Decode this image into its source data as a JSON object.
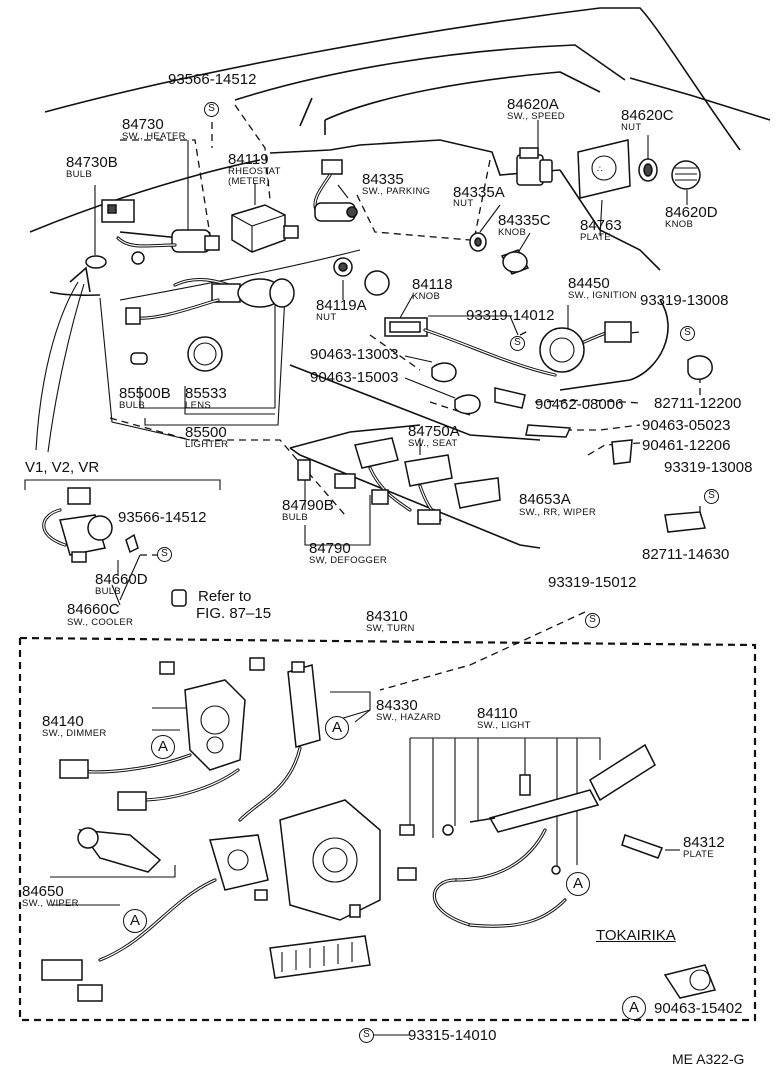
{
  "parts": [
    {
      "id": "93566_top",
      "number": "93566-14512"
    },
    {
      "id": "84730",
      "number": "84730",
      "desc": "SW., HEATER"
    },
    {
      "id": "84730B",
      "number": "84730B",
      "desc": "BULB"
    },
    {
      "id": "84119",
      "number": "84119",
      "desc": "RHEOSTAT",
      "desc2": "(METER)"
    },
    {
      "id": "84335",
      "number": "84335",
      "desc": "SW., PARKING"
    },
    {
      "id": "84620A",
      "number": "84620A",
      "desc": "SW., SPEED"
    },
    {
      "id": "84620C",
      "number": "84620C",
      "desc": "NUT"
    },
    {
      "id": "84335A",
      "number": "84335A",
      "desc": "NUT"
    },
    {
      "id": "84335C",
      "number": "84335C",
      "desc": "KNOB"
    },
    {
      "id": "84763",
      "number": "84763",
      "desc": "PLATE"
    },
    {
      "id": "84620D",
      "number": "84620D",
      "desc": "KNOB"
    },
    {
      "id": "84118",
      "number": "84118",
      "desc": "KNOB"
    },
    {
      "id": "84119A",
      "number": "84119A",
      "desc": "NUT"
    },
    {
      "id": "84450",
      "number": "84450",
      "desc": "SW., IGNITION"
    },
    {
      "id": "93319_13008a",
      "number": "93319-13008"
    },
    {
      "id": "93319_14012",
      "number": "93319-14012"
    },
    {
      "id": "90463_13003",
      "number": "90463-13003"
    },
    {
      "id": "90463_15003",
      "number": "90463-15003"
    },
    {
      "id": "82711_12200",
      "number": "82711-12200"
    },
    {
      "id": "90462_08006",
      "number": "90462-08006"
    },
    {
      "id": "90463_05023",
      "number": "90463-05023"
    },
    {
      "id": "90461_12206",
      "number": "90461-12206"
    },
    {
      "id": "85500B",
      "number": "85500B",
      "desc": "BULB"
    },
    {
      "id": "85533",
      "number": "85533",
      "desc": "LENS"
    },
    {
      "id": "85500",
      "number": "85500",
      "desc": "LIGHTER"
    },
    {
      "id": "84750A",
      "number": "84750A",
      "desc": "SW., SEAT"
    },
    {
      "id": "93319_13008b",
      "number": "93319-13008"
    },
    {
      "id": "84653A",
      "number": "84653A",
      "desc": "SW., RR, WIPER"
    },
    {
      "id": "84790B",
      "number": "84790B",
      "desc": "BULB"
    },
    {
      "id": "84790",
      "number": "84790",
      "desc": "SW, DEFOGGER"
    },
    {
      "id": "82711_14630",
      "number": "82711-14630"
    },
    {
      "id": "93566_mid",
      "number": "93566-14512"
    },
    {
      "id": "84660D",
      "number": "84660D",
      "desc": "BULB"
    },
    {
      "id": "84660C",
      "number": "84660C",
      "desc": "SW., COOLER"
    },
    {
      "id": "93319_15012",
      "number": "93319-15012"
    },
    {
      "id": "84310",
      "number": "84310",
      "desc": "SW, TURN"
    },
    {
      "id": "84330",
      "number": "84330",
      "desc": "SW., HAZARD"
    },
    {
      "id": "84110",
      "number": "84110",
      "desc": "SW., LIGHT"
    },
    {
      "id": "84140",
      "number": "84140",
      "desc": "SW., DIMMER"
    },
    {
      "id": "84312",
      "number": "84312",
      "desc": "PLATE"
    },
    {
      "id": "84650",
      "number": "84650",
      "desc": "SW., WIPER"
    },
    {
      "id": "90463_15402",
      "number": "90463-15402"
    },
    {
      "id": "93315_14010",
      "number": "93315-14010"
    }
  ],
  "labels": {
    "variants": "V1, V2, VR",
    "refer_line1": "Refer to",
    "refer_line2": "FIG. 87–15",
    "maker": "TOKAIRIKA",
    "diagram_code": "ME A322-G",
    "callout_a": "A",
    "callout_s": "S"
  }
}
